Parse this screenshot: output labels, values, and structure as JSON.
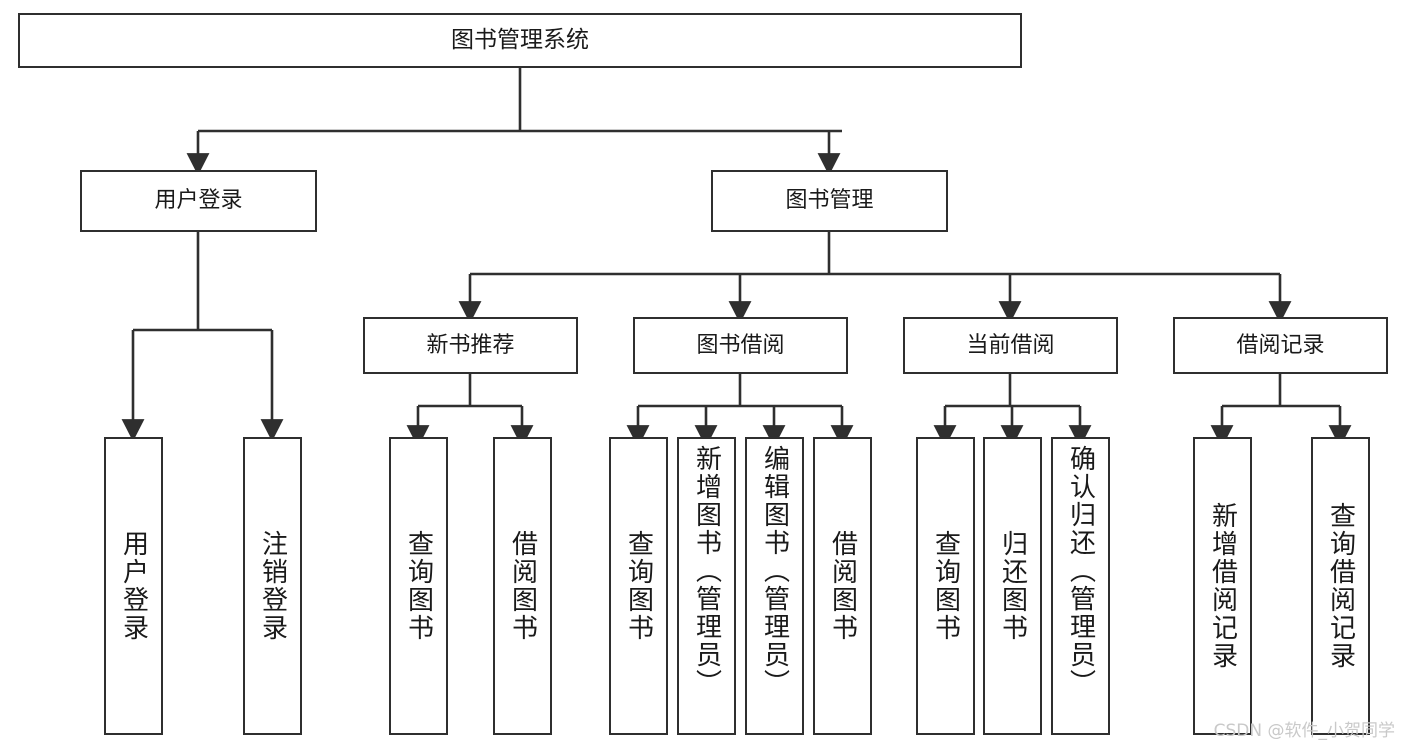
{
  "diagram": {
    "title": "图书管理系统",
    "watermark": "CSDN @软件_小贺同学",
    "line_color": "#2f2f2f",
    "box_fill": "#ffffff",
    "text_color": "#1a1a1a",
    "levels": {
      "root": "图书管理系统",
      "level2": [
        "用户登录",
        "图书管理"
      ],
      "level3": [
        "新书推荐",
        "图书借阅",
        "当前借阅",
        "借阅记录"
      ]
    },
    "nodes": {
      "root": {
        "label": "图书管理系统"
      },
      "user_login": {
        "label": "用户登录"
      },
      "book_manage": {
        "label": "图书管理"
      },
      "new_book_rec": {
        "label": "新书推荐"
      },
      "book_borrow": {
        "label": "图书借阅"
      },
      "current_borrow": {
        "label": "当前借阅"
      },
      "borrow_record": {
        "label": "借阅记录"
      },
      "leaf_user_login": {
        "label": "用户登录"
      },
      "leaf_logout": {
        "label": "注销登录"
      },
      "leaf_query_book_a": {
        "label": "查询图书"
      },
      "leaf_borrow_book_a": {
        "label": "借阅图书"
      },
      "leaf_query_book_b": {
        "label": "查询图书"
      },
      "leaf_add_book": {
        "label": "新增图书（管理员）"
      },
      "leaf_edit_book": {
        "label": "编辑图书（管理员）"
      },
      "leaf_borrow_book_b": {
        "label": "借阅图书"
      },
      "leaf_query_book_c": {
        "label": "查询图书"
      },
      "leaf_return_book": {
        "label": "归还图书"
      },
      "leaf_confirm_return": {
        "label": "确认归还（管理员）"
      },
      "leaf_add_record": {
        "label": "新增借阅记录"
      },
      "leaf_query_record": {
        "label": "查询借阅记录"
      }
    }
  },
  "chart_data": {
    "type": "tree-diagram",
    "title": "图书管理系统",
    "root": "图书管理系统",
    "tree": [
      {
        "label": "用户登录",
        "children": [
          {
            "label": "用户登录",
            "children": []
          },
          {
            "label": "注销登录",
            "children": []
          }
        ]
      },
      {
        "label": "图书管理",
        "children": [
          {
            "label": "新书推荐",
            "children": [
              {
                "label": "查询图书",
                "children": []
              },
              {
                "label": "借阅图书",
                "children": []
              }
            ]
          },
          {
            "label": "图书借阅",
            "children": [
              {
                "label": "查询图书",
                "children": []
              },
              {
                "label": "新增图书（管理员）",
                "children": []
              },
              {
                "label": "编辑图书（管理员）",
                "children": []
              },
              {
                "label": "借阅图书",
                "children": []
              }
            ]
          },
          {
            "label": "当前借阅",
            "children": [
              {
                "label": "查询图书",
                "children": []
              },
              {
                "label": "归还图书",
                "children": []
              },
              {
                "label": "确认归还（管理员）",
                "children": []
              }
            ]
          },
          {
            "label": "借阅记录",
            "children": [
              {
                "label": "新增借阅记录",
                "children": []
              },
              {
                "label": "查询借阅记录",
                "children": []
              }
            ]
          }
        ]
      }
    ]
  }
}
